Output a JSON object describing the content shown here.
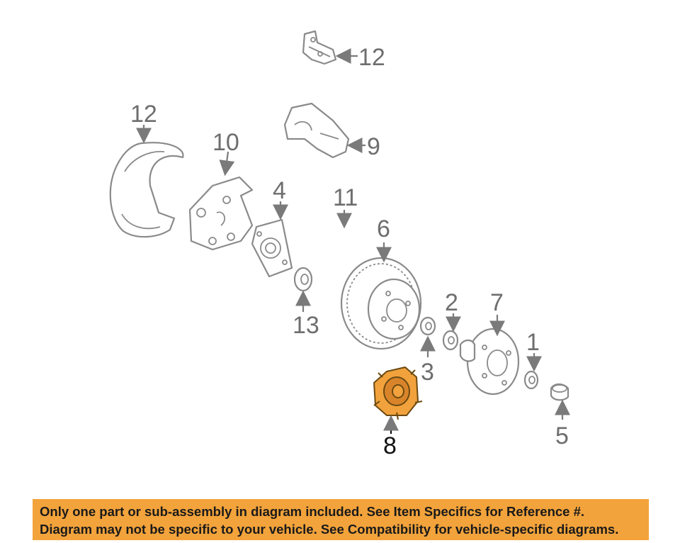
{
  "labels": {
    "c1": "1",
    "c2": "2",
    "c3": "3",
    "c4": "4",
    "c5": "5",
    "c6": "6",
    "c7": "7",
    "c8": "8",
    "c9": "9",
    "c10": "10",
    "c11": "11",
    "c12_top": "12",
    "c12_left": "12",
    "c13": "13"
  },
  "highlighted_part": "8",
  "colors": {
    "highlight": "#f2a23c",
    "banner": "#f3a33b",
    "line": "#8a8a8a"
  },
  "notice": {
    "line1": "Only one part or sub-assembly in diagram included. See Item Specifics for Reference #.",
    "line2": "Diagram may not be specific to your vehicle. See Compatibility for vehicle-specific diagrams."
  }
}
